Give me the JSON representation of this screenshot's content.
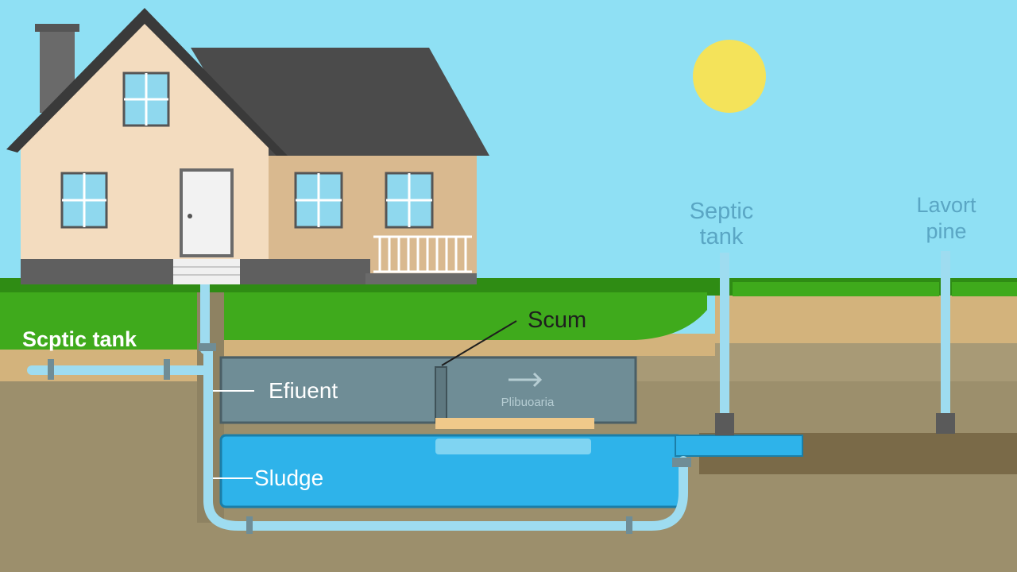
{
  "labels": {
    "septic_tank_left": "Scptic tank",
    "scum": "Scum",
    "effluent": "Efiuent",
    "sludge": "Sludge",
    "septic_tank_right_line1": "Septic",
    "septic_tank_right_line2": "tank",
    "lavort_pipe_line1": "Lavort",
    "lavort_pipe_line2": "pine",
    "tank_sign": "Plibuoaria"
  },
  "colors": {
    "sky": "#8fe0f4",
    "sun": "#f4e35a",
    "grass": "#3faa1c",
    "grass_dark": "#2f8c14",
    "topsoil": "#d3b37c",
    "subsoil": "#a89a76",
    "deep_soil": "#9c8f6c",
    "house_wall": "#f3dcbf",
    "house_wall_annex": "#d9b98f",
    "roof": "#4b4b4b",
    "foundation": "#5f5f5f",
    "window": "#8fd8ee",
    "pipe": "#9edcf0",
    "pipe_outline": "#5a7a82",
    "effluent_layer": "#6f8d96",
    "sludge_layer": "#2eb3ea",
    "label_blue": "#5aa6c4",
    "label_white": "#ffffff",
    "label_dark": "#1e1e1e"
  }
}
